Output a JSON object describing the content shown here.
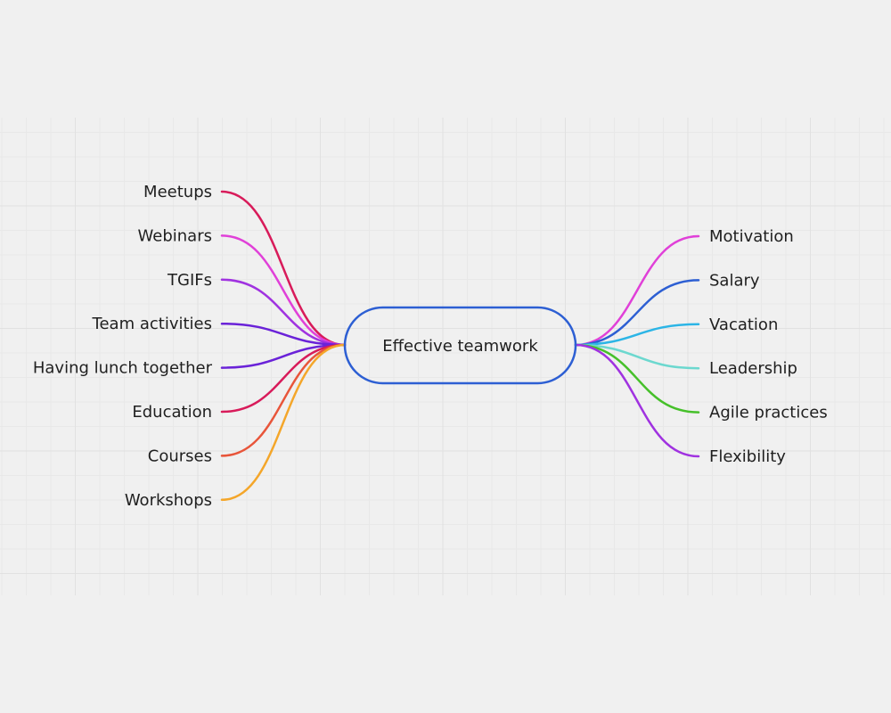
{
  "mindmap": {
    "center": {
      "label": "Effective teamwork",
      "border_color": "#2d5fd3"
    },
    "left_branches": [
      {
        "label": "Meetups",
        "color": "#d81b5a"
      },
      {
        "label": "Webinars",
        "color": "#e040d8"
      },
      {
        "label": "TGIFs",
        "color": "#a032e0"
      },
      {
        "label": "Team activities",
        "color": "#6a22d8"
      },
      {
        "label": "Having lunch together",
        "color": "#6a22d8"
      },
      {
        "label": "Education",
        "color": "#d81b5a"
      },
      {
        "label": "Courses",
        "color": "#e8553a"
      },
      {
        "label": "Workshops",
        "color": "#f4a62a"
      }
    ],
    "right_branches": [
      {
        "label": "Motivation",
        "color": "#e040d8"
      },
      {
        "label": "Salary",
        "color": "#2d5fd3"
      },
      {
        "label": "Vacation",
        "color": "#2cb5e6"
      },
      {
        "label": "Leadership",
        "color": "#6cd8cf"
      },
      {
        "label": "Agile practices",
        "color": "#46c02a"
      },
      {
        "label": "Flexibility",
        "color": "#a032e0"
      }
    ]
  }
}
